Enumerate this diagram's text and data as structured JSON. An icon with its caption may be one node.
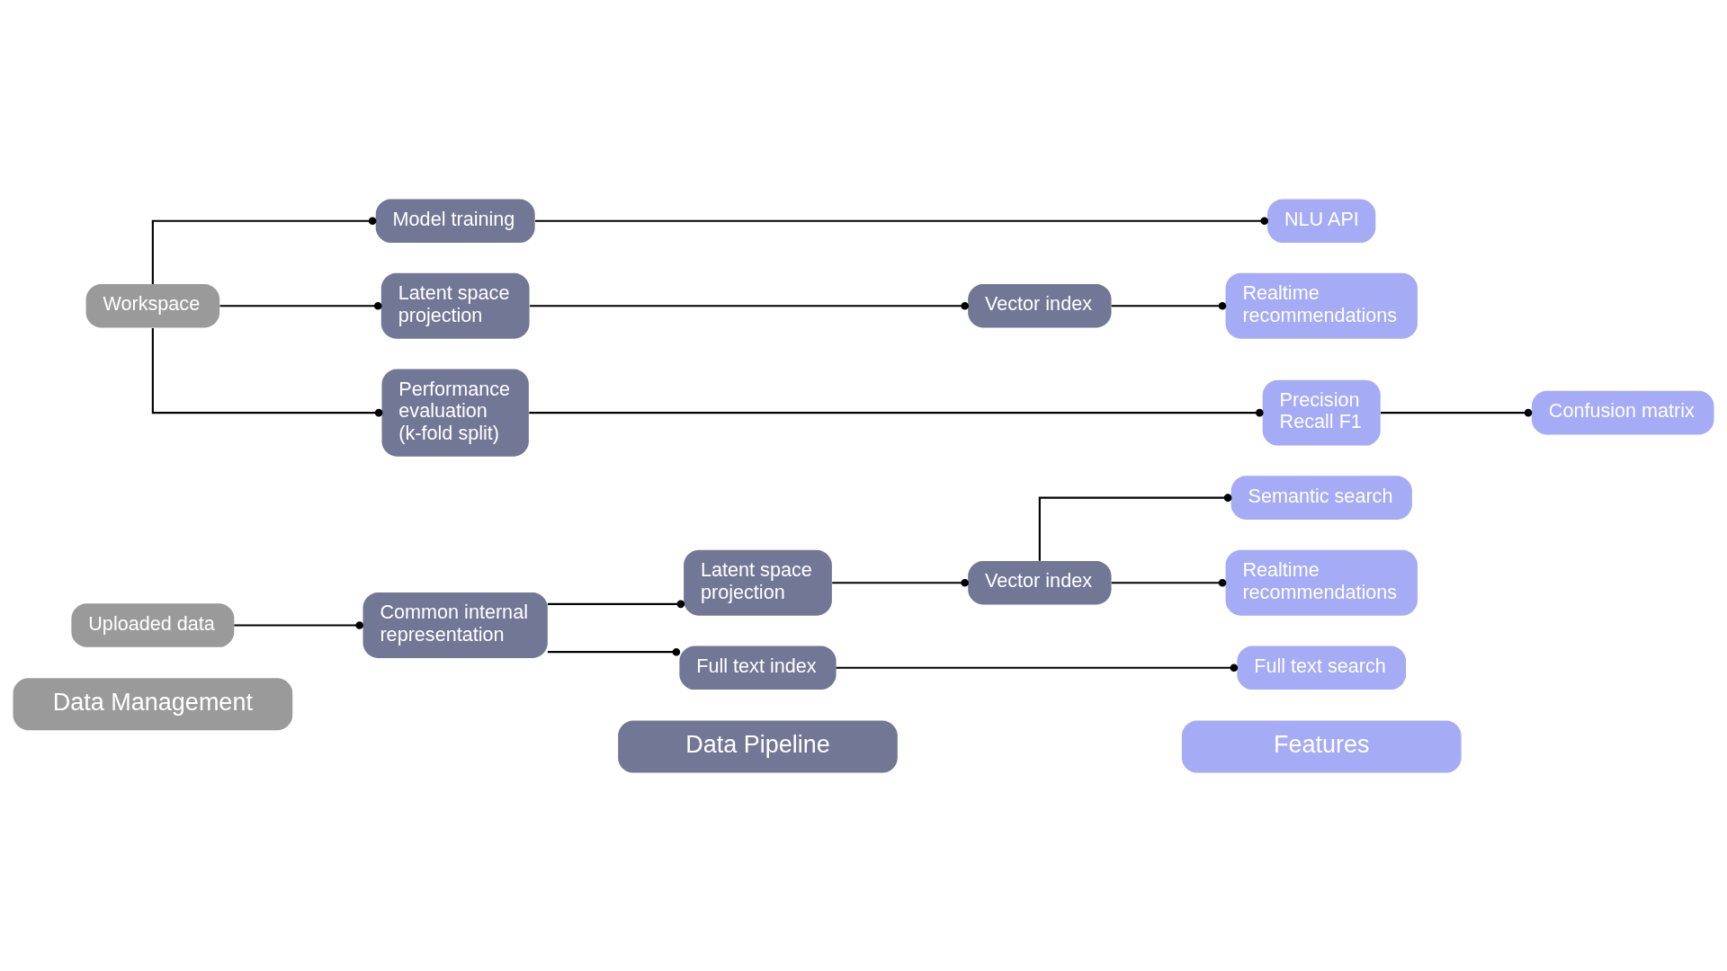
{
  "diagram": {
    "nodes": [
      {
        "text": [
          "Data Management"
        ]
      },
      {
        "text": [
          "Data Pipeline"
        ]
      },
      {
        "text": [
          "Features"
        ]
      },
      {
        "text": [
          "Uploaded data"
        ]
      },
      {
        "text": [
          "Common internal representation"
        ]
      },
      {
        "text": [
          "Latent space projection"
        ]
      },
      {
        "text": [
          "Vector index"
        ]
      },
      {
        "text": [
          "Semantic search"
        ]
      },
      {
        "text": [
          "Realtime recommendations"
        ]
      },
      {
        "text": [
          "Full text index"
        ]
      },
      {
        "text": [
          "Full text search"
        ]
      },
      {
        "text": [
          "Workspace"
        ]
      },
      {
        "text": [
          "Model training"
        ]
      },
      {
        "text": [
          "Latent space projection"
        ]
      },
      {
        "text": [
          "Vector index"
        ]
      },
      {
        "text": [
          "Realtime recommendations"
        ]
      },
      {
        "text": [
          "Performance evaluation (k-fold split)"
        ]
      },
      {
        "text": [
          "NLU API"
        ]
      },
      {
        "text": [
          "Precision Recall F1"
        ]
      },
      {
        "text": [
          "Confusion matrix"
        ]
      }
    ],
    "edges": [
      {
        "from": 3,
        "to": 4,
        "arrow": "other"
      },
      {
        "from": 4,
        "to": 5,
        "arrow": "other"
      },
      {
        "from": 4,
        "to": 9,
        "arrow": "other"
      },
      {
        "from": 5,
        "to": 6,
        "arrow": "other"
      },
      {
        "from": 6,
        "to": 7,
        "arrow": "other"
      },
      {
        "from": 6,
        "to": 8,
        "arrow": "other"
      },
      {
        "from": 9,
        "to": 10,
        "arrow": "other"
      },
      {
        "from": 11,
        "to": 12,
        "arrow": "other"
      },
      {
        "from": 11,
        "to": 13,
        "arrow": "other"
      },
      {
        "from": 11,
        "to": 16,
        "arrow": "other"
      },
      {
        "from": 12,
        "to": 17,
        "arrow": "other"
      },
      {
        "from": 13,
        "to": 14,
        "arrow": "other"
      },
      {
        "from": 14,
        "to": 15,
        "arrow": "other"
      },
      {
        "from": 16,
        "to": 18,
        "arrow": "other"
      },
      {
        "from": 18,
        "to": 19,
        "arrow": "other"
      }
    ]
  }
}
